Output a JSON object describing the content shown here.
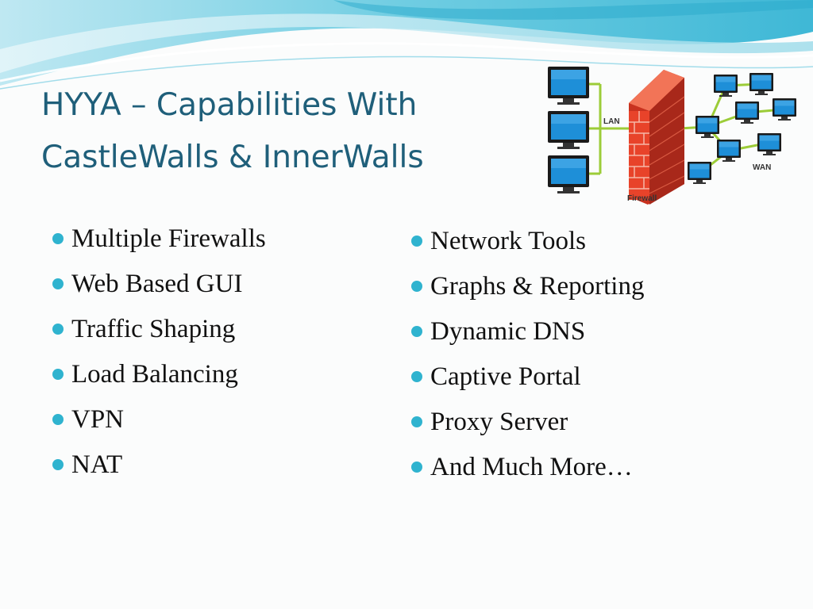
{
  "slide": {
    "title_lines": [
      "HYYA – Capabilities With",
      "CastleWalls & InnerWalls"
    ],
    "diagram": {
      "labels": {
        "lan": "LAN",
        "wan": "WAN",
        "firewall": "Firewall"
      },
      "icons": [
        "monitor-icon",
        "firewall-brick-wall-icon",
        "network-node-icon"
      ]
    },
    "left_list": [
      "Multiple Firewalls",
      "Web Based GUI",
      "Traffic Shaping",
      "Load Balancing",
      "VPN",
      "NAT"
    ],
    "right_list": [
      "Network Tools",
      "Graphs & Reporting",
      "Dynamic DNS",
      "Captive Portal",
      "Proxy Server",
      "And Much More…"
    ],
    "colors": {
      "title": "#1f5f7a",
      "bullet": "#2fb3cf",
      "wave": "#5cc6de",
      "brick": "#e8432a",
      "link_line": "#9ccc38",
      "screen": "#1e8fd8"
    }
  }
}
